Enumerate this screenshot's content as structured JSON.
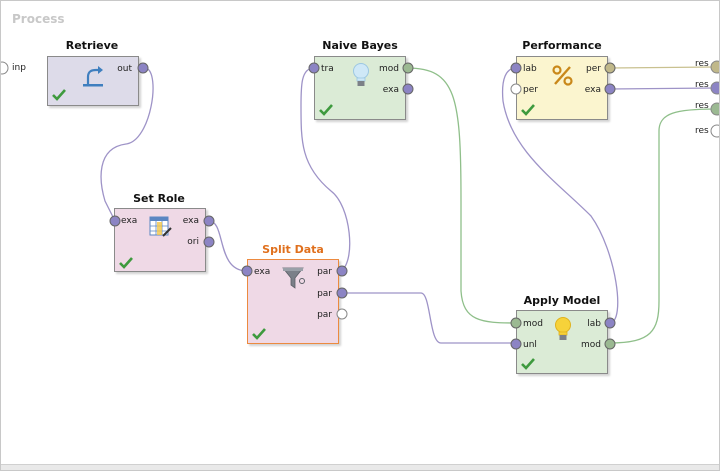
{
  "process": {
    "title": "Process"
  },
  "left_port": {
    "label": "inp"
  },
  "right_ports": [
    {
      "label": "res",
      "connected": true
    },
    {
      "label": "res",
      "connected": true
    },
    {
      "label": "res",
      "connected": true
    },
    {
      "label": "res",
      "connected": false
    }
  ],
  "operators": {
    "retrieve": {
      "title": "Retrieve",
      "out_ports": [
        "out"
      ],
      "in_ports": [],
      "icon": "retrieve-arrow-icon",
      "status": "check-icon"
    },
    "set_role": {
      "title": "Set Role",
      "in_ports": [
        "exa"
      ],
      "out_ports": [
        "exa",
        "ori"
      ],
      "icon": "table-edit-icon",
      "status": "check-icon"
    },
    "split_data": {
      "title": "Split Data",
      "in_ports": [
        "exa"
      ],
      "out_ports": [
        "par",
        "par",
        "par"
      ],
      "icon": "funnel-icon",
      "status": "check-icon"
    },
    "naive_bayes": {
      "title": "Naive Bayes",
      "in_ports": [
        "tra"
      ],
      "out_ports": [
        "mod",
        "exa"
      ],
      "icon": "lightbulb-blue-icon",
      "status": "check-icon"
    },
    "performance": {
      "title": "Performance",
      "in_ports": [
        "lab",
        "per"
      ],
      "out_ports": [
        "per",
        "exa"
      ],
      "icon": "percent-icon",
      "status": "check-icon"
    },
    "apply_model": {
      "title": "Apply Model",
      "in_ports": [
        "mod",
        "unl"
      ],
      "out_ports": [
        "lab",
        "mod"
      ],
      "icon": "lightbulb-yellow-icon",
      "status": "check-icon"
    }
  },
  "colors": {
    "wire_data": "#9e93c7",
    "wire_model": "#8fbf8a",
    "wire_perf": "#c9c190",
    "port_data": "#8c84c4",
    "port_model": "#9bb992",
    "port_perf": "#c0b88a",
    "selected": "#e0701d"
  }
}
